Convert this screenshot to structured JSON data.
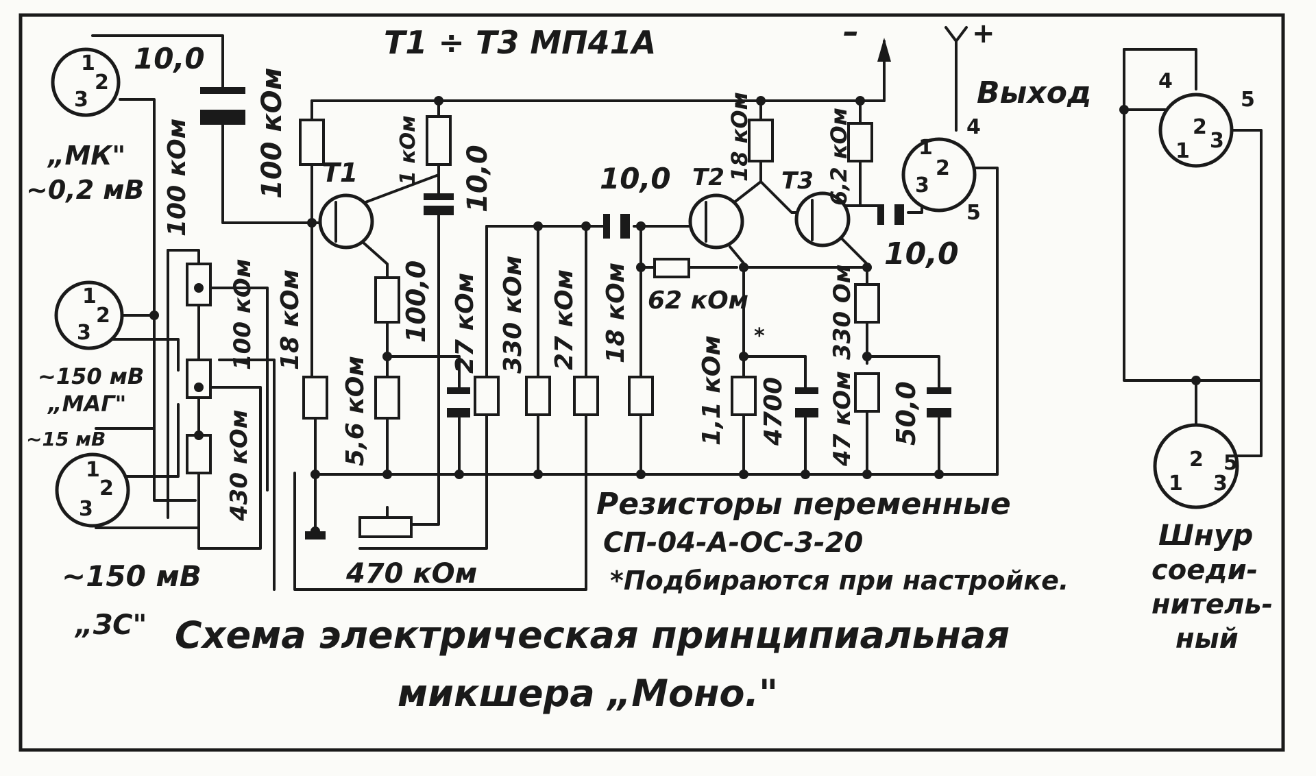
{
  "labels": {
    "transistor_type": "T1 ÷ T3 МП41А",
    "supply_minus": "–",
    "supply_plus": "+",
    "output": "Выход",
    "mic_name": "„МК\"",
    "mic_level": "~0,2 мВ",
    "tape_level_hi": "~150 мВ",
    "tape_name": "„МАГ\"",
    "tape_level_lo": "~15 мВ",
    "player_level": "~150 мВ",
    "player_name": "„ЗС\"",
    "t1": "T1",
    "t2": "T2",
    "t3": "T3",
    "c_in": "10,0",
    "c_t1": "10,0",
    "c_mid": "10,0",
    "c_out": "10,0",
    "c_4700": "4700",
    "c_50": "50,0",
    "c_100": "100,0",
    "r_100k_top": "100 кОм",
    "r_100k_left": "100 кОм",
    "r_430k": "430 кОм",
    "r_100k_mid": "100 кОм",
    "r_18k_a": "18 кОм",
    "r_5k6": "5,6 кОм",
    "r_1k": "1 кОм",
    "r_27k_a": "27 кОм",
    "r_330k": "330 кОм",
    "r_27k_b": "27 кОм",
    "r_18k_b": "18 кОм",
    "r_18k_top": "18 кОм",
    "r_62k": "62 кОм",
    "r_1k1": "1,1 кОм",
    "r_6k2": "6,2 кОм",
    "r_47k": "47 кОм",
    "r_330": "330 Ом",
    "r_470k": "470 кОм",
    "star": "*",
    "note_line1": "Резисторы переменные",
    "note_line2": "СП-04-А-ОС-3-20",
    "note_line3": "*Подбираются при настройке.",
    "cable_1": "Шнур",
    "cable_2": "соеди-",
    "cable_3": "нитель-",
    "cable_4": "ный",
    "title_line1": "Схема электрическая принципиальная",
    "title_line2": "микшера „Моно.\""
  },
  "pins": {
    "p1": "1",
    "p2": "2",
    "p3": "3",
    "p4": "4",
    "p5": "5"
  }
}
